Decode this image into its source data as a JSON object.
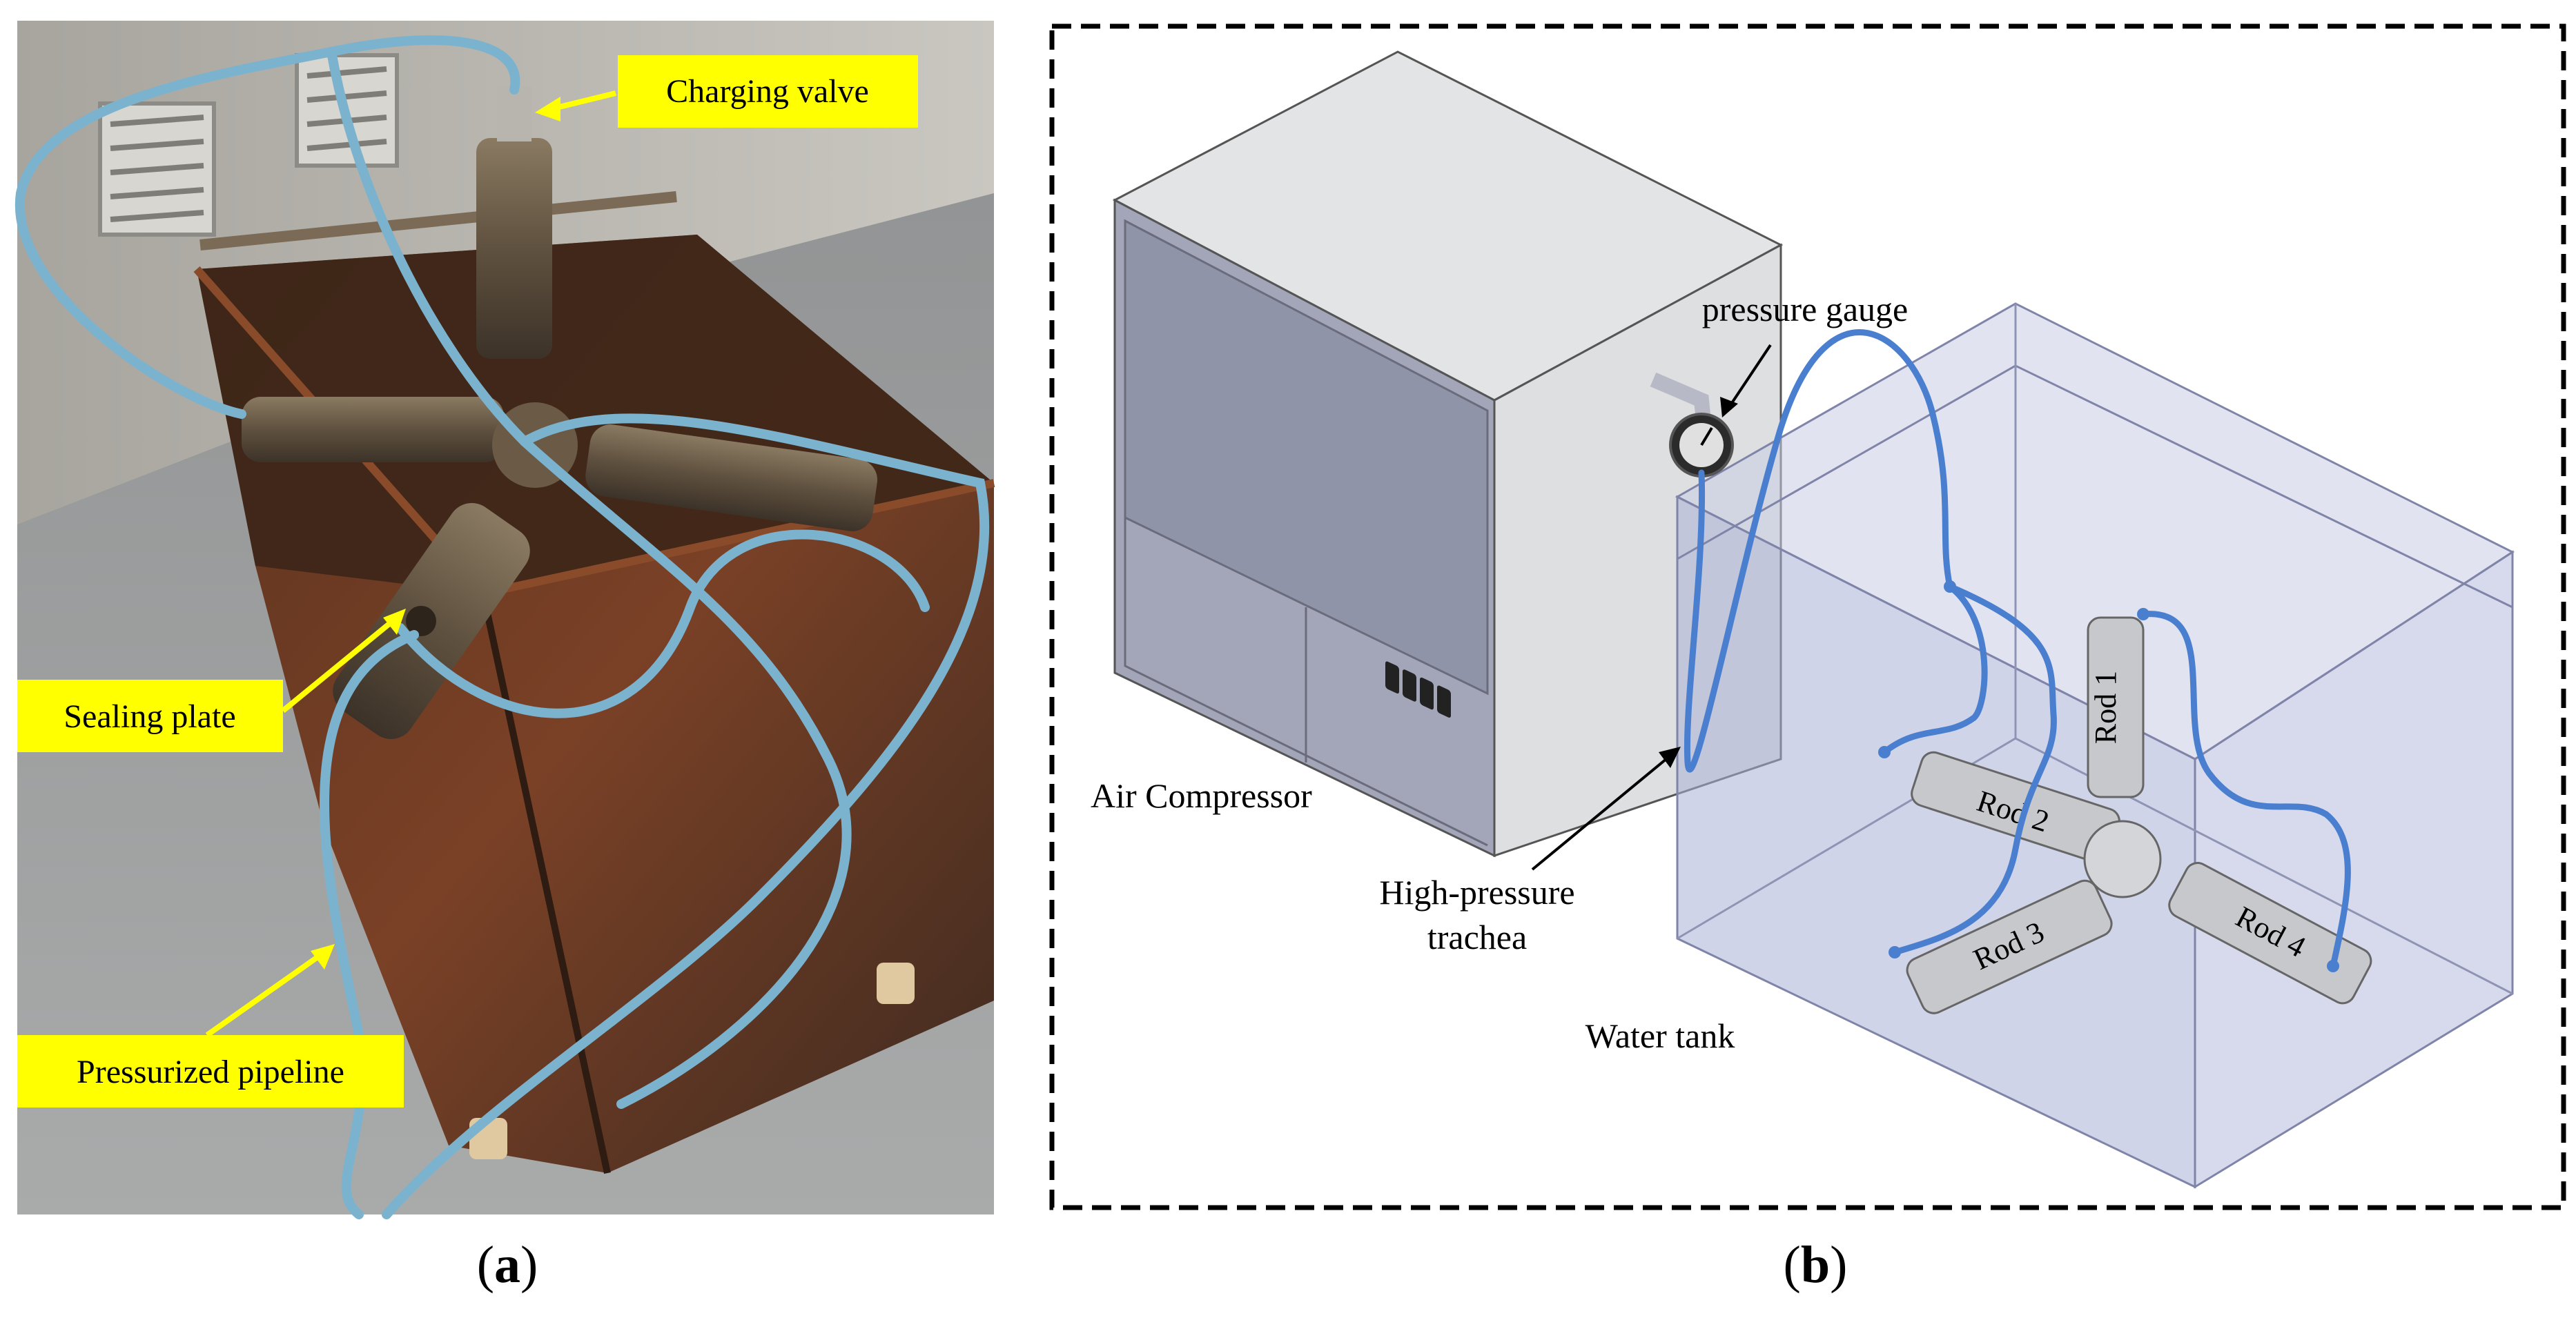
{
  "panel_a": {
    "labels": {
      "charging_valve": "Charging valve",
      "sealing_plate": "Sealing plate",
      "pressurized_pipeline": "Pressurized pipeline"
    },
    "caption_letter": "a"
  },
  "panel_b": {
    "labels": {
      "pressure_gauge": "pressure gauge",
      "air_compressor": "Air Compressor",
      "trachea_line1": "High-pressure",
      "trachea_line2": "trachea",
      "water_tank": "Water tank",
      "rod1": "Rod 1",
      "rod2": "Rod 2",
      "rod3": "Rod 3",
      "rod4": "Rod 4"
    },
    "caption_letter": "b"
  },
  "colors": {
    "label_bg": "#ffff00",
    "hose": "#4a7fd0",
    "tank": "#b8bedc",
    "rust": "#6b3a22"
  }
}
